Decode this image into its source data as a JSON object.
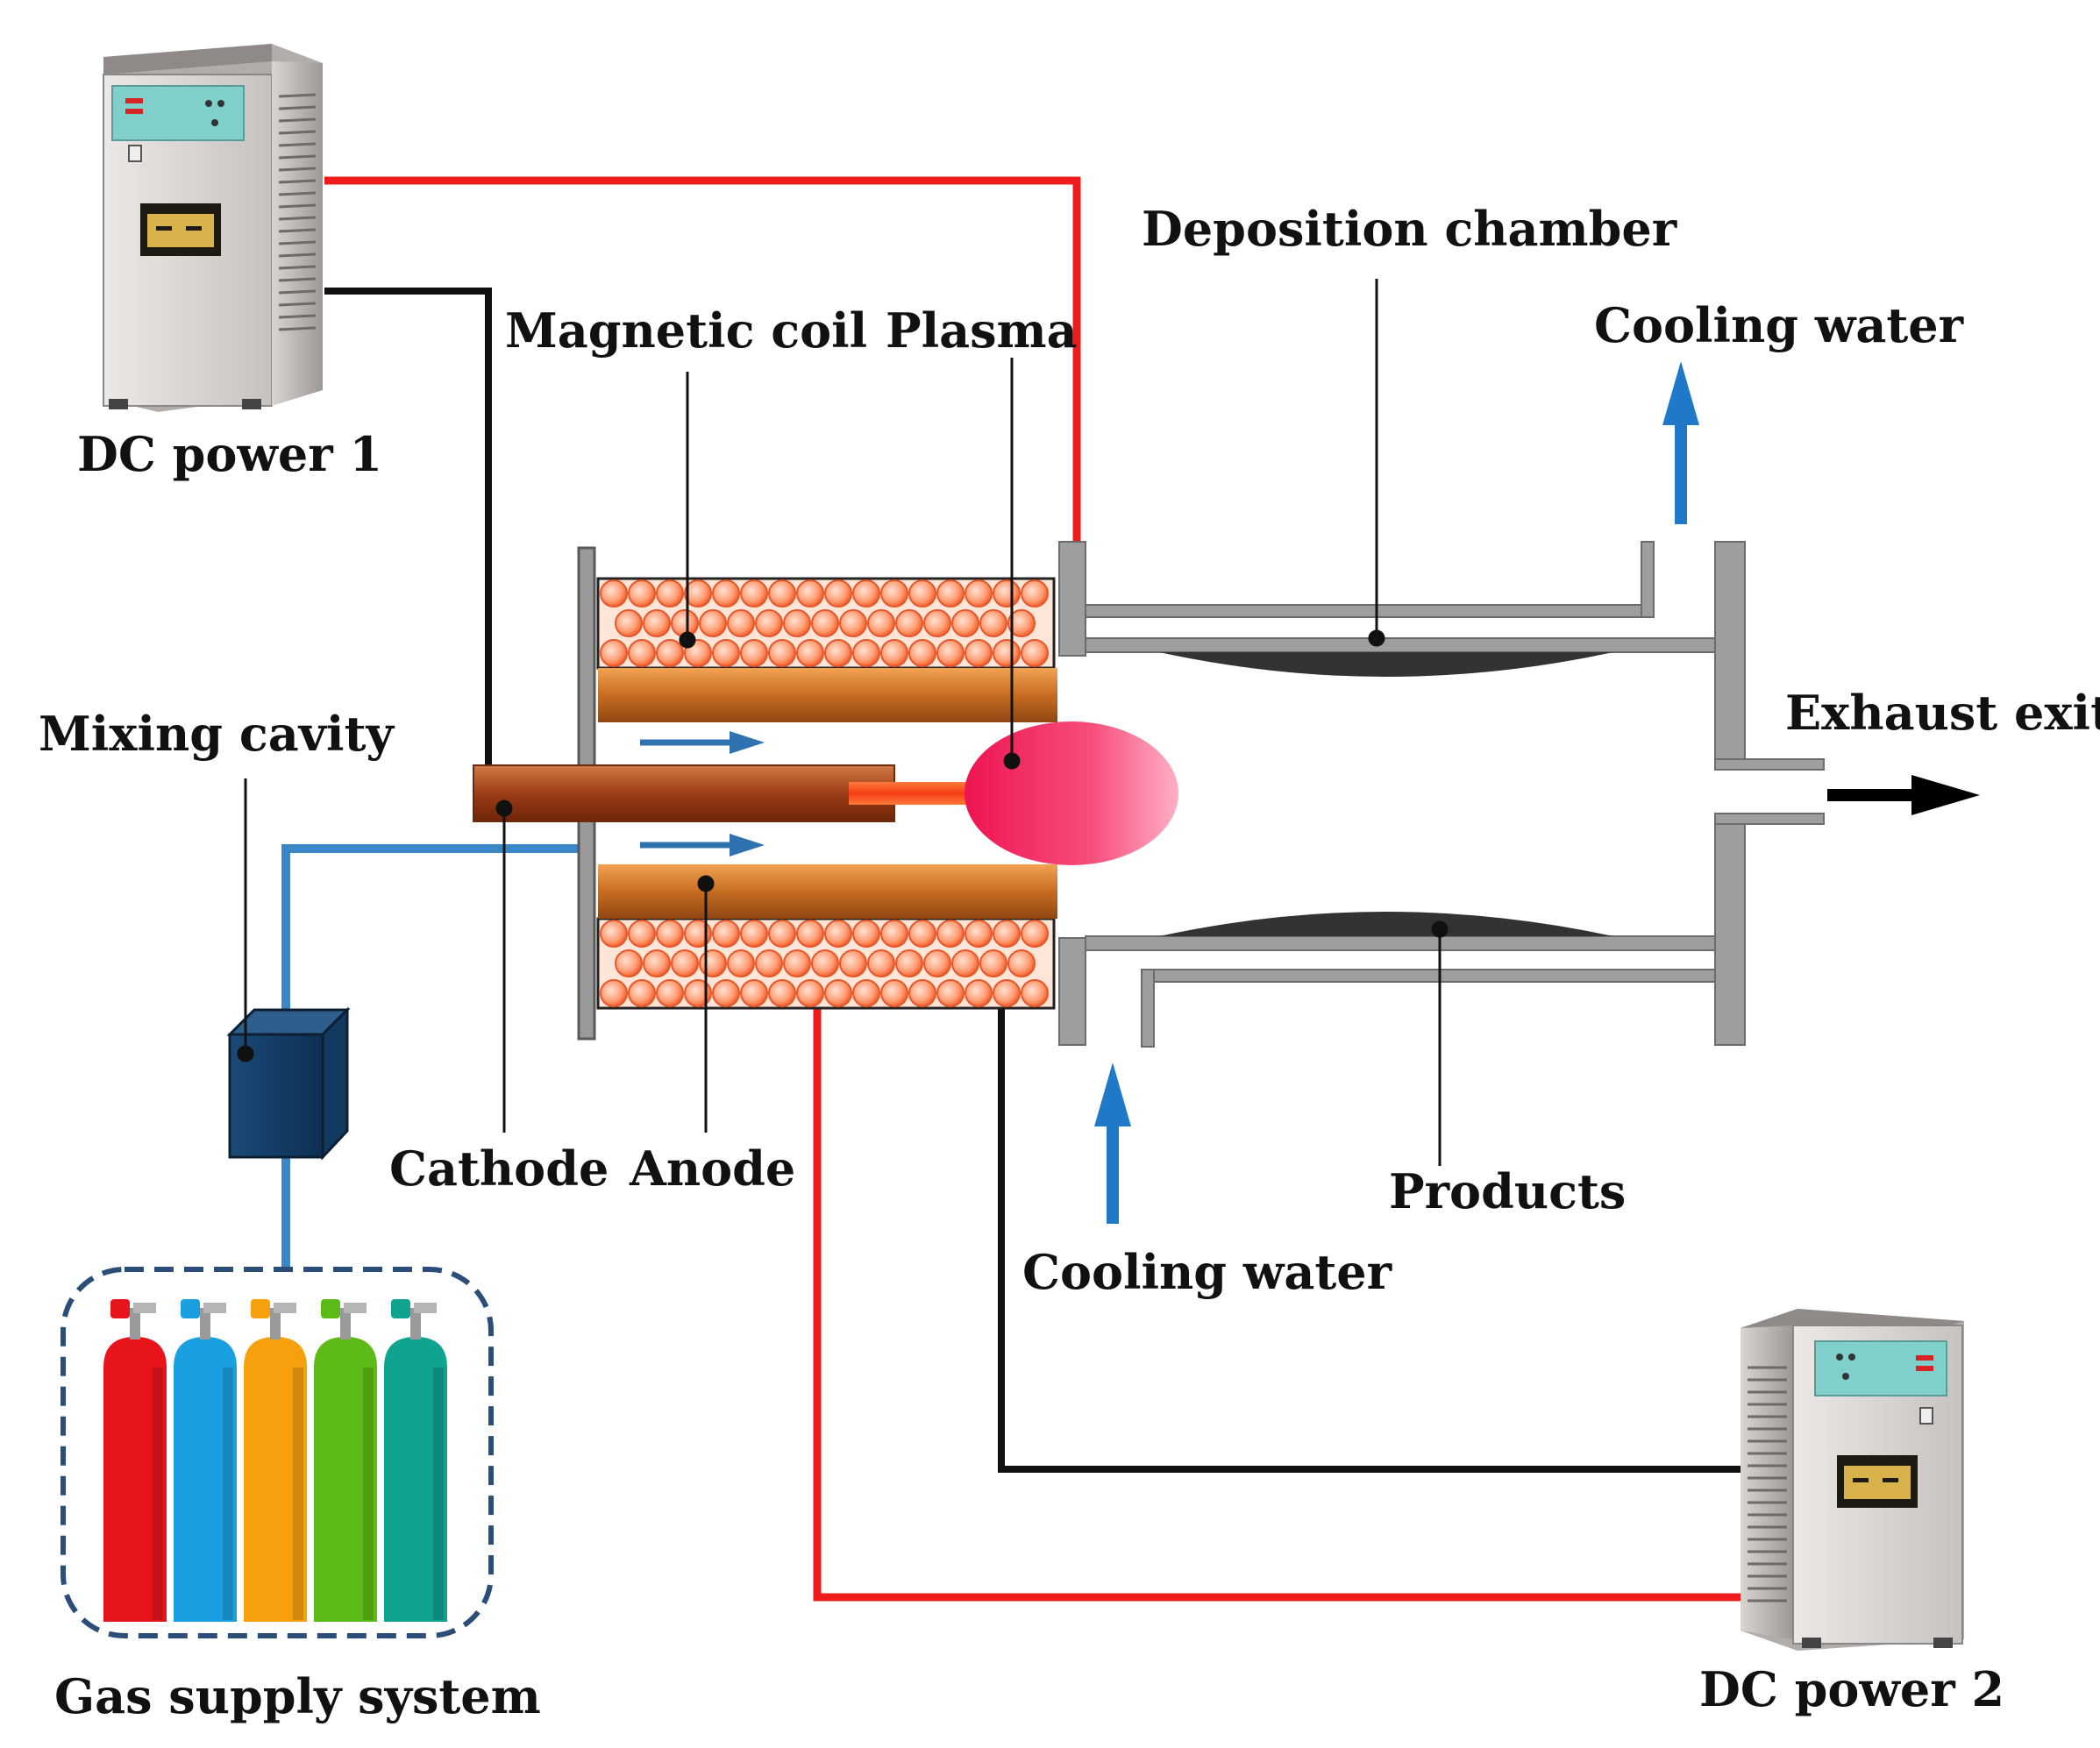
{
  "labels": {
    "dc_power_1": "DC power 1",
    "dc_power_2": "DC power 2",
    "magnetic_coil": "Magnetic coil",
    "plasma": "Plasma",
    "deposition_chamber": "Deposition chamber",
    "cooling_water_top": "Cooling water",
    "cooling_water_bottom": "Cooling water",
    "exhaust_exit": "Exhaust exit",
    "mixing_cavity": "Mixing cavity",
    "cathode": "Cathode",
    "anode": "Anode",
    "products": "Products",
    "gas_supply_system": "Gas supply system"
  },
  "colors": {
    "wire_positive": "#ee1c1c",
    "wire_negative": "#111111",
    "gas_line": "#3a86c6",
    "water_arrow": "#1f78c8",
    "coil": "#f5803a",
    "electrode": "#b65a1e",
    "plasma": "#f0245e",
    "chamber_wall": "#9a9a9a",
    "deposit": "#333333"
  },
  "cylinders": [
    "#e8141c",
    "#1aa0e0",
    "#f5a00c",
    "#5cbb16",
    "#10a390"
  ]
}
